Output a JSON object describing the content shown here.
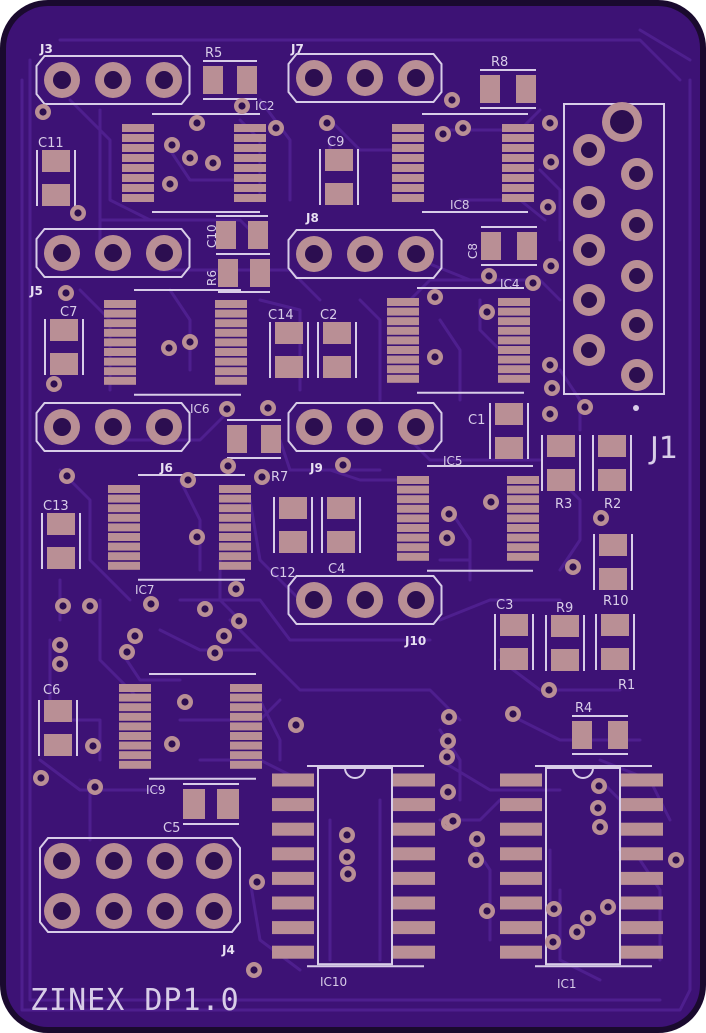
{
  "board": {
    "title": "ZINEX DP1.0",
    "colors": {
      "substrate": "#3d1275",
      "edge": "#1a0a2e",
      "copper": "#4e1f8e",
      "pad": "#b98f95",
      "silk": "#d8cde8",
      "hole": "#2c0e50"
    }
  },
  "labels": {
    "J3": "J3",
    "J5": "J5",
    "J7": "J7",
    "J8": "J8",
    "J6": "J6",
    "J9": "J9",
    "J10": "J10",
    "J4": "J4",
    "J1": "J1",
    "R1": "R1",
    "R2": "R2",
    "R3": "R3",
    "R4": "R4",
    "R5": "R5",
    "R6": "R6",
    "R7": "R7",
    "R8": "R8",
    "R9": "R9",
    "R10": "R10",
    "C1": "C1",
    "C2": "C2",
    "C3": "C3",
    "C4": "C4",
    "C5": "C5",
    "C6": "C6",
    "C7": "C7",
    "C8": "C8",
    "C9": "C9",
    "C10": "C10",
    "C11": "C11",
    "C12": "C12",
    "C13": "C13",
    "C14": "C14",
    "IC1": "IC1",
    "IC2": "IC2",
    "IC4": "IC4",
    "IC5": "IC5",
    "IC6": "IC6",
    "IC7": "IC7",
    "IC8": "IC8",
    "IC9": "IC9",
    "IC10": "IC10"
  }
}
